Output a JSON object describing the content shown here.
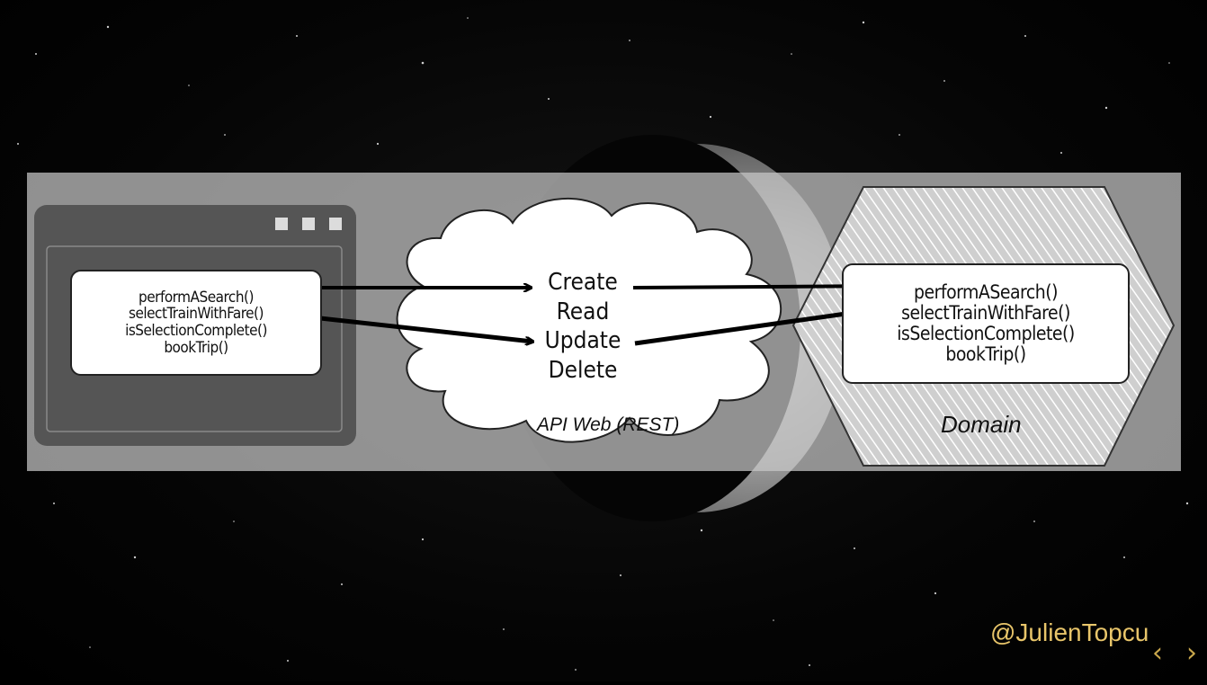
{
  "client": {
    "methods": [
      "performASearch()",
      "selectTrainWithFare()",
      "isSelectionComplete()",
      "bookTrip()"
    ]
  },
  "api": {
    "operations": [
      "Create",
      "Read",
      "Update",
      "Delete"
    ],
    "label": "API Web (REST)"
  },
  "domain": {
    "methods": [
      "performASearch()",
      "selectTrainWithFare()",
      "isSelectionComplete()",
      "bookTrip()"
    ],
    "label": "Domain"
  },
  "footer": {
    "handle": "@JulienTopcu"
  },
  "navigation": {
    "prev_icon": "chevron-left-icon",
    "next_icon": "chevron-right-icon",
    "prev_glyph": "‹",
    "next_glyph": "›"
  },
  "colors": {
    "accent": "#e8c56a",
    "panel": "#c8c8c8",
    "window": "#555555"
  }
}
